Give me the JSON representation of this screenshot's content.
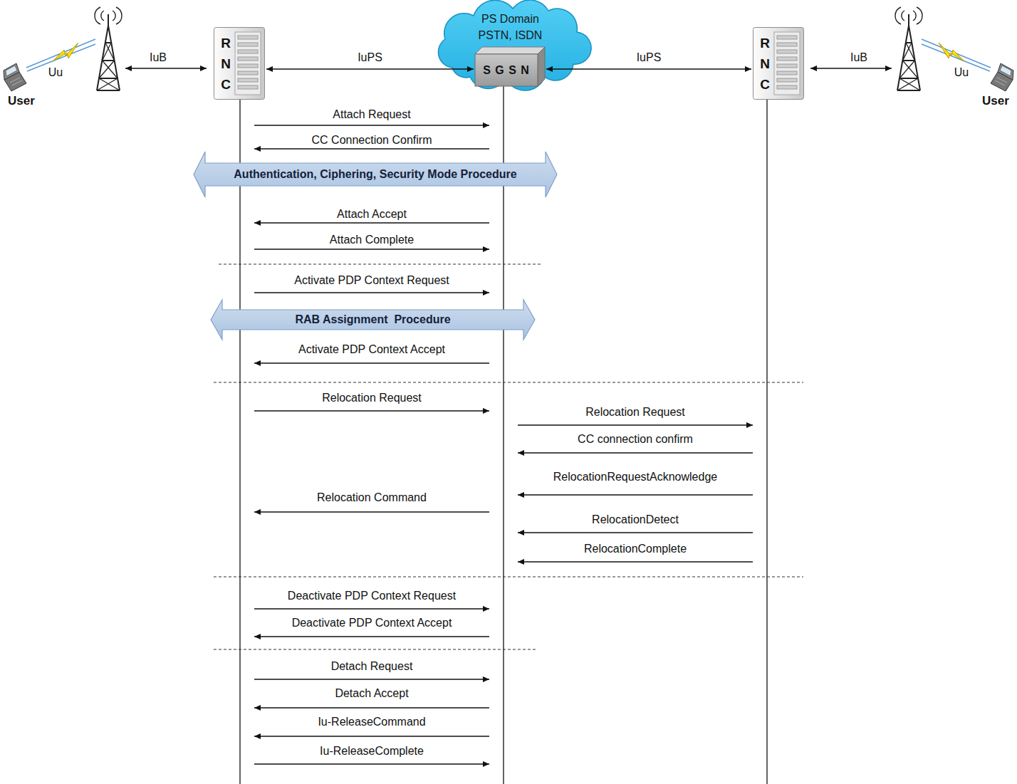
{
  "diagram": {
    "nodes": [
      {
        "text": [
          "User"
        ]
      },
      {
        "text": [
          "R N C"
        ]
      },
      {
        "text": [
          "PS Domain",
          "PSTN, ISDN"
        ]
      },
      {
        "text": [
          "S G S N"
        ],
        "in": 2
      },
      {
        "text": [
          "R N C"
        ]
      },
      {
        "text": [
          "User"
        ]
      },
      {
        "text": [
          "Authentication, Ciphering, Security Mode Procedure"
        ]
      },
      {
        "text": [
          "RAB Assignment  Procedure"
        ]
      }
    ],
    "edges": [
      {
        "from": 1,
        "to": 3,
        "arrow": "both",
        "label": "IuPS"
      },
      {
        "from": 3,
        "to": 4,
        "arrow": "both",
        "label": "IuPS"
      },
      {
        "from": 1,
        "to": 3,
        "arrow": "to",
        "label": "Attach Request"
      },
      {
        "from": 3,
        "to": 1,
        "arrow": "to",
        "label": "CC Connection Confirm"
      },
      {
        "from": 3,
        "to": 1,
        "arrow": "to",
        "label": "Attach Accept"
      },
      {
        "from": 1,
        "to": 3,
        "arrow": "to",
        "label": "Attach Complete"
      },
      {
        "from": 1,
        "to": 3,
        "arrow": "to",
        "label": "Activate PDP Context Request"
      },
      {
        "from": 3,
        "to": 1,
        "arrow": "to",
        "label": "Activate PDP Context Accept"
      },
      {
        "from": 1,
        "to": 3,
        "arrow": "to",
        "label": "Relocation Request"
      },
      {
        "from": 3,
        "to": 4,
        "arrow": "to",
        "label": "Relocation Request"
      },
      {
        "from": 4,
        "to": 3,
        "arrow": "to",
        "label": "CC connection confirm"
      },
      {
        "from": 4,
        "to": 3,
        "arrow": "to",
        "label": "RelocationRequestAcknowledge"
      },
      {
        "from": 3,
        "to": 1,
        "arrow": "to",
        "label": "Relocation Command"
      },
      {
        "from": 4,
        "to": 3,
        "arrow": "to",
        "label": "RelocationDetect"
      },
      {
        "from": 4,
        "to": 3,
        "arrow": "to",
        "label": "RelocationComplete"
      },
      {
        "from": 1,
        "to": 3,
        "arrow": "to",
        "label": "Deactivate PDP Context Request"
      },
      {
        "from": 3,
        "to": 1,
        "arrow": "to",
        "label": "Deactivate PDP Context Accept"
      },
      {
        "from": 1,
        "to": 3,
        "arrow": "to",
        "label": "Detach Request"
      },
      {
        "from": 3,
        "to": 1,
        "arrow": "to",
        "label": "Detach Accept"
      },
      {
        "from": 3,
        "to": 1,
        "arrow": "to",
        "label": "Iu-ReleaseCommand"
      },
      {
        "from": 1,
        "to": 3,
        "arrow": "to",
        "label": "Iu-ReleaseComplete"
      }
    ],
    "labels": [
      "Uu",
      "IuB",
      "IuB",
      "Uu"
    ]
  }
}
